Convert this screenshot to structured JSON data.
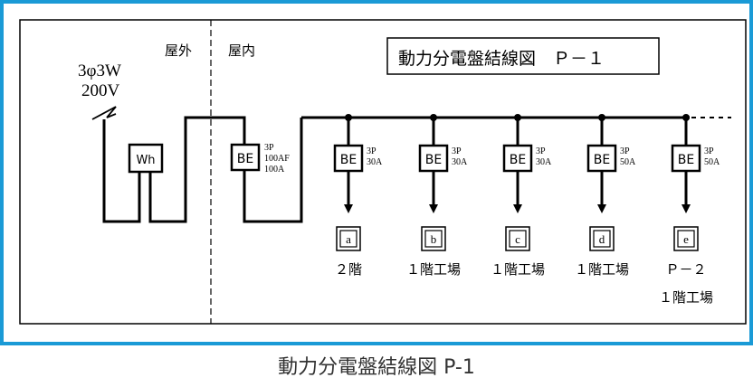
{
  "diagram": {
    "title": "動力分電盤結線図　Ｐ－１",
    "zone_outdoor": "屋外",
    "zone_indoor": "屋内",
    "supply": {
      "phase": "3φ3W",
      "voltage": "200V"
    },
    "meter": {
      "label": "Wh"
    },
    "main_breaker": {
      "label": "BE",
      "spec": [
        "3P",
        "100AF",
        "100A"
      ]
    },
    "branches": [
      {
        "breaker": "BE",
        "spec": [
          "3P",
          "30A"
        ],
        "load": "a",
        "destination": [
          "２階"
        ]
      },
      {
        "breaker": "BE",
        "spec": [
          "3P",
          "30A"
        ],
        "load": "b",
        "destination": [
          "１階工場"
        ]
      },
      {
        "breaker": "BE",
        "spec": [
          "3P",
          "30A"
        ],
        "load": "c",
        "destination": [
          "１階工場"
        ]
      },
      {
        "breaker": "BE",
        "spec": [
          "3P",
          "50A"
        ],
        "load": "d",
        "destination": [
          "１階工場"
        ]
      },
      {
        "breaker": "BE",
        "spec": [
          "3P",
          "50A"
        ],
        "load": "e",
        "destination": [
          "Ｐ－２",
          "１階工場"
        ]
      }
    ]
  },
  "caption": "動力分電盤結線図 P-1",
  "colors": {
    "frame": "#1a9ad6",
    "line": "#000000"
  }
}
